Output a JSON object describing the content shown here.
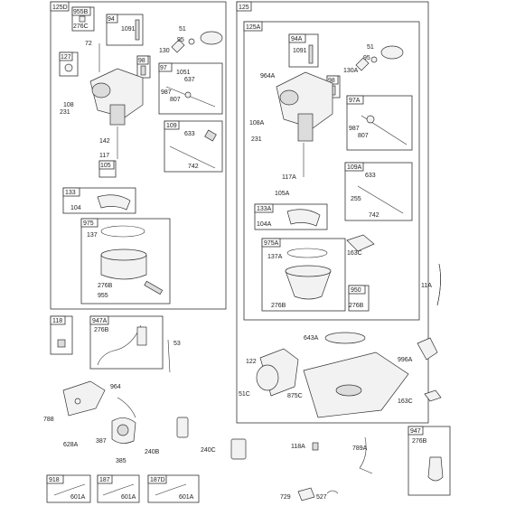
{
  "frames": {
    "left_main": "125D",
    "right_main": "125",
    "right_inner": "125A"
  },
  "callout_tags": {
    "t955B": "955B",
    "t94": "94",
    "t127": "127",
    "t98": "98",
    "t97": "97",
    "t109": "109",
    "t105": "105",
    "t133": "133",
    "t975": "975",
    "t94A": "94A",
    "t98r": "98",
    "t97A": "97A",
    "t109A": "109A",
    "t133A": "133A",
    "t975A": "975A",
    "t950": "950",
    "t118": "118",
    "t947A": "947A",
    "t947": "947",
    "t918": "918",
    "t187": "187",
    "t187D": "187D"
  },
  "part_labels": {
    "p276C": "276C",
    "p1091": "1091",
    "p51": "51",
    "p95": "95",
    "p130": "130",
    "p72": "72",
    "p1051": "1051",
    "p637": "637",
    "p987": "987",
    "p807": "807",
    "p108": "108",
    "p231": "231",
    "p633": "633",
    "p142": "142",
    "p117": "117",
    "p742": "742",
    "p104": "104",
    "p137": "137",
    "p276B_l": "276B",
    "p955": "955",
    "p1091r": "1091",
    "p51r": "51",
    "p964A": "964A",
    "p95r": "95",
    "p130A": "130A",
    "p108A": "108A",
    "p231r": "231",
    "p987r": "987",
    "p807r": "807",
    "p117A": "117A",
    "p105A": "105A",
    "p633r": "633",
    "p255": "255",
    "p104A": "104A",
    "p742r": "742",
    "p137A": "137A",
    "p163C_a": "163C",
    "p276B_r": "276B",
    "p276B_r2": "276B",
    "p11A": "11A",
    "p276B_947A": "276B",
    "p53": "53",
    "p643A": "643A",
    "p996A": "996A",
    "p122": "122",
    "p51C": "51C",
    "p875C": "875C",
    "p163C_b": "163C",
    "p964": "964",
    "p788": "788",
    "p387": "387",
    "p628A": "628A",
    "p240B": "240B",
    "p240C": "240C",
    "p385": "385",
    "p118A": "118A",
    "p789A": "789A",
    "p276B_947": "276B",
    "p601A_1": "601A",
    "p601A_2": "601A",
    "p601A_3": "601A",
    "p729": "729",
    "p527": "527"
  }
}
